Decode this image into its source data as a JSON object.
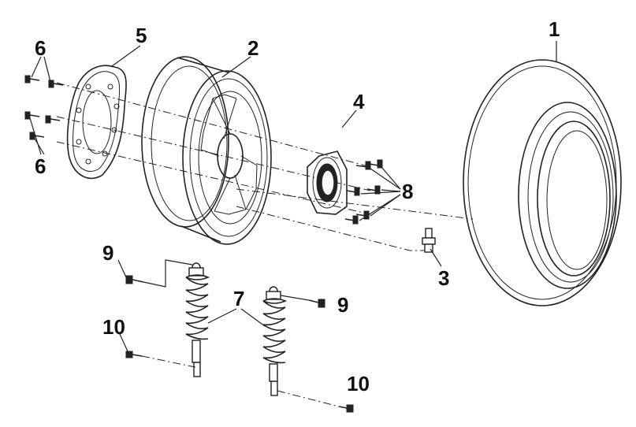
{
  "callouts": {
    "tire": "1",
    "rim": "2",
    "valve": "3",
    "hub_flange": "4",
    "brake_disc": "5",
    "disc_bolts_upper": "6",
    "disc_bolts_lower": "6",
    "shock_absorbers": "7",
    "flange_bolts": "8",
    "shock_bolt_left": "9",
    "shock_bolt_right": "9",
    "shock_pin_left": "10",
    "shock_pin_right": "10"
  }
}
